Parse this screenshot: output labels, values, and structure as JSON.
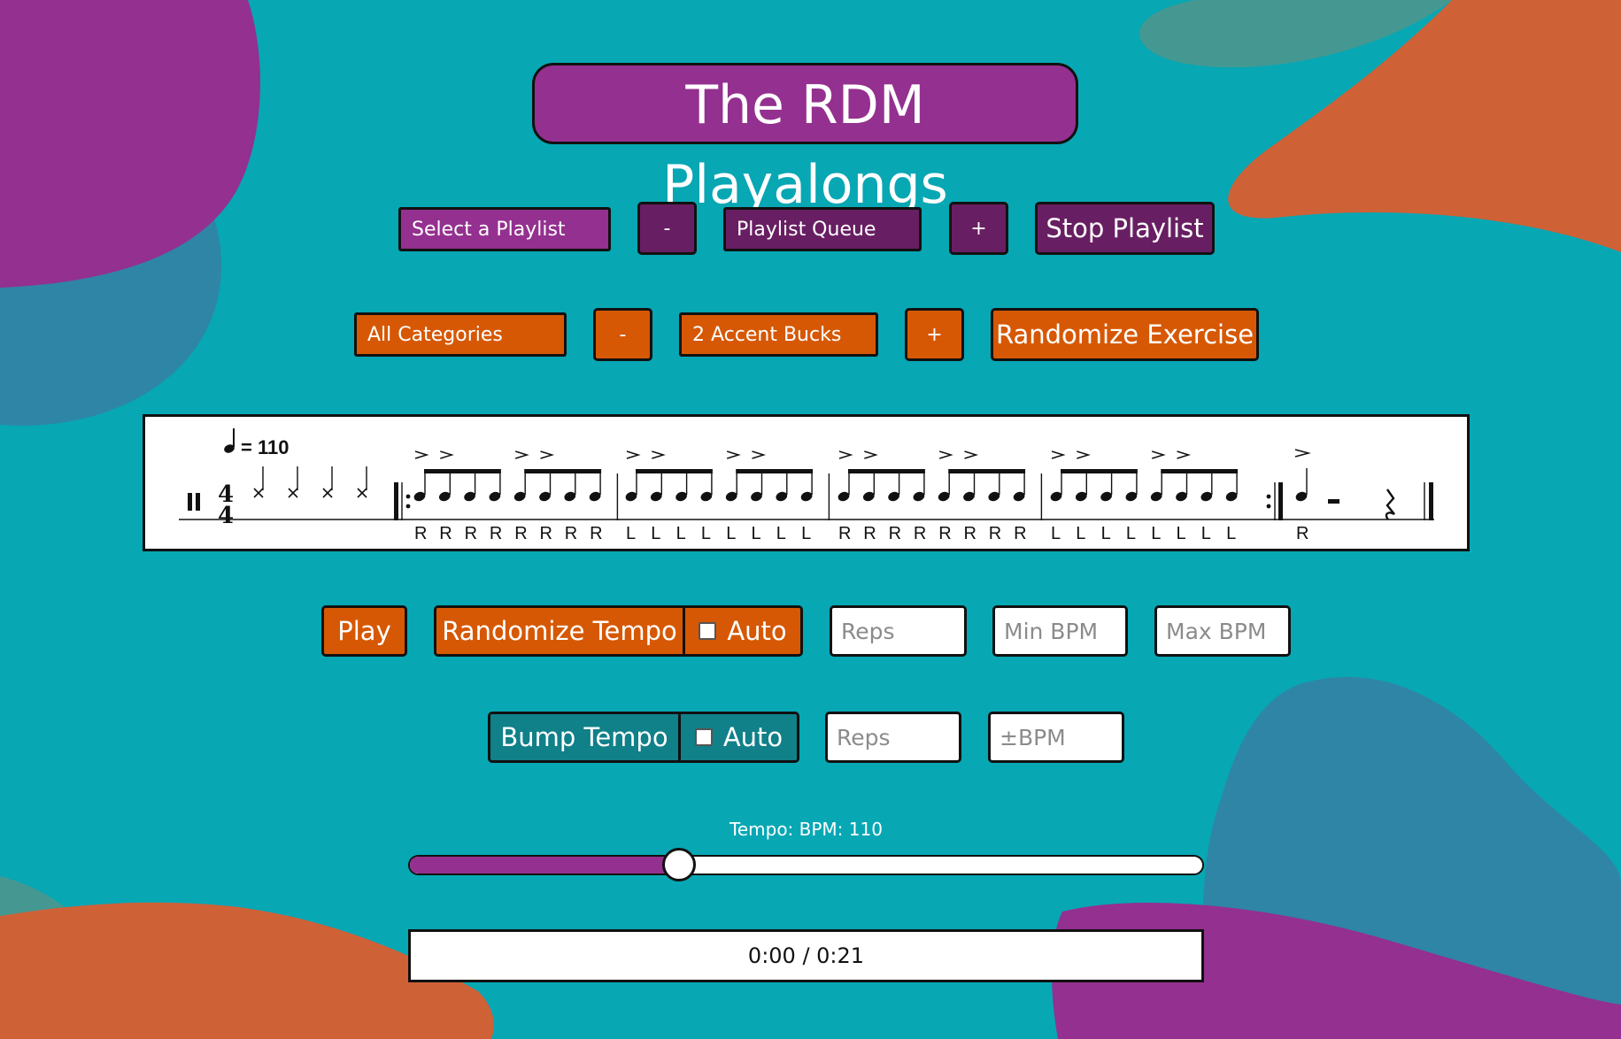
{
  "title": "The RDM Playalongs",
  "playlist_row": {
    "playlist_select": "Select a Playlist",
    "minus_label": "-",
    "queue_select": "Playlist Queue",
    "plus_label": "+",
    "stop_label": "Stop Playlist"
  },
  "exercise_row": {
    "category_select": "All Categories",
    "minus_label": "-",
    "exercise_select": "2 Accent Bucks",
    "plus_label": "+",
    "randomize_label": "Randomize Exercise"
  },
  "notation": {
    "tempo_marking": "= 110",
    "time_signature": [
      "4",
      "4"
    ],
    "sticking_measures": [
      [
        "R",
        "R",
        "R",
        "R",
        "R",
        "R",
        "R",
        "R"
      ],
      [
        "L",
        "L",
        "L",
        "L",
        "L",
        "L",
        "L",
        "L"
      ],
      [
        "R",
        "R",
        "R",
        "R",
        "R",
        "R",
        "R",
        "R"
      ],
      [
        "L",
        "L",
        "L",
        "L",
        "L",
        "L",
        "L",
        "L"
      ]
    ],
    "final_sticking": "R"
  },
  "tempo_row": {
    "play_label": "Play",
    "randomize_tempo_label": "Randomize Tempo",
    "auto_label": "Auto",
    "reps_placeholder": "Reps",
    "min_bpm_placeholder": "Min BPM",
    "max_bpm_placeholder": "Max BPM"
  },
  "bump_row": {
    "bump_label": "Bump Tempo",
    "auto_label": "Auto",
    "reps_placeholder": "Reps",
    "bpm_placeholder": "±BPM"
  },
  "tempo": {
    "label": "Tempo: BPM: 110",
    "slider_fraction": 0.34
  },
  "playback": {
    "time": "0:00 / 0:21"
  },
  "colors": {
    "background": "#07a7b4",
    "purple": "#94308f",
    "dark_purple": "#681e62",
    "orange": "#d65804",
    "teal": "#108089"
  }
}
